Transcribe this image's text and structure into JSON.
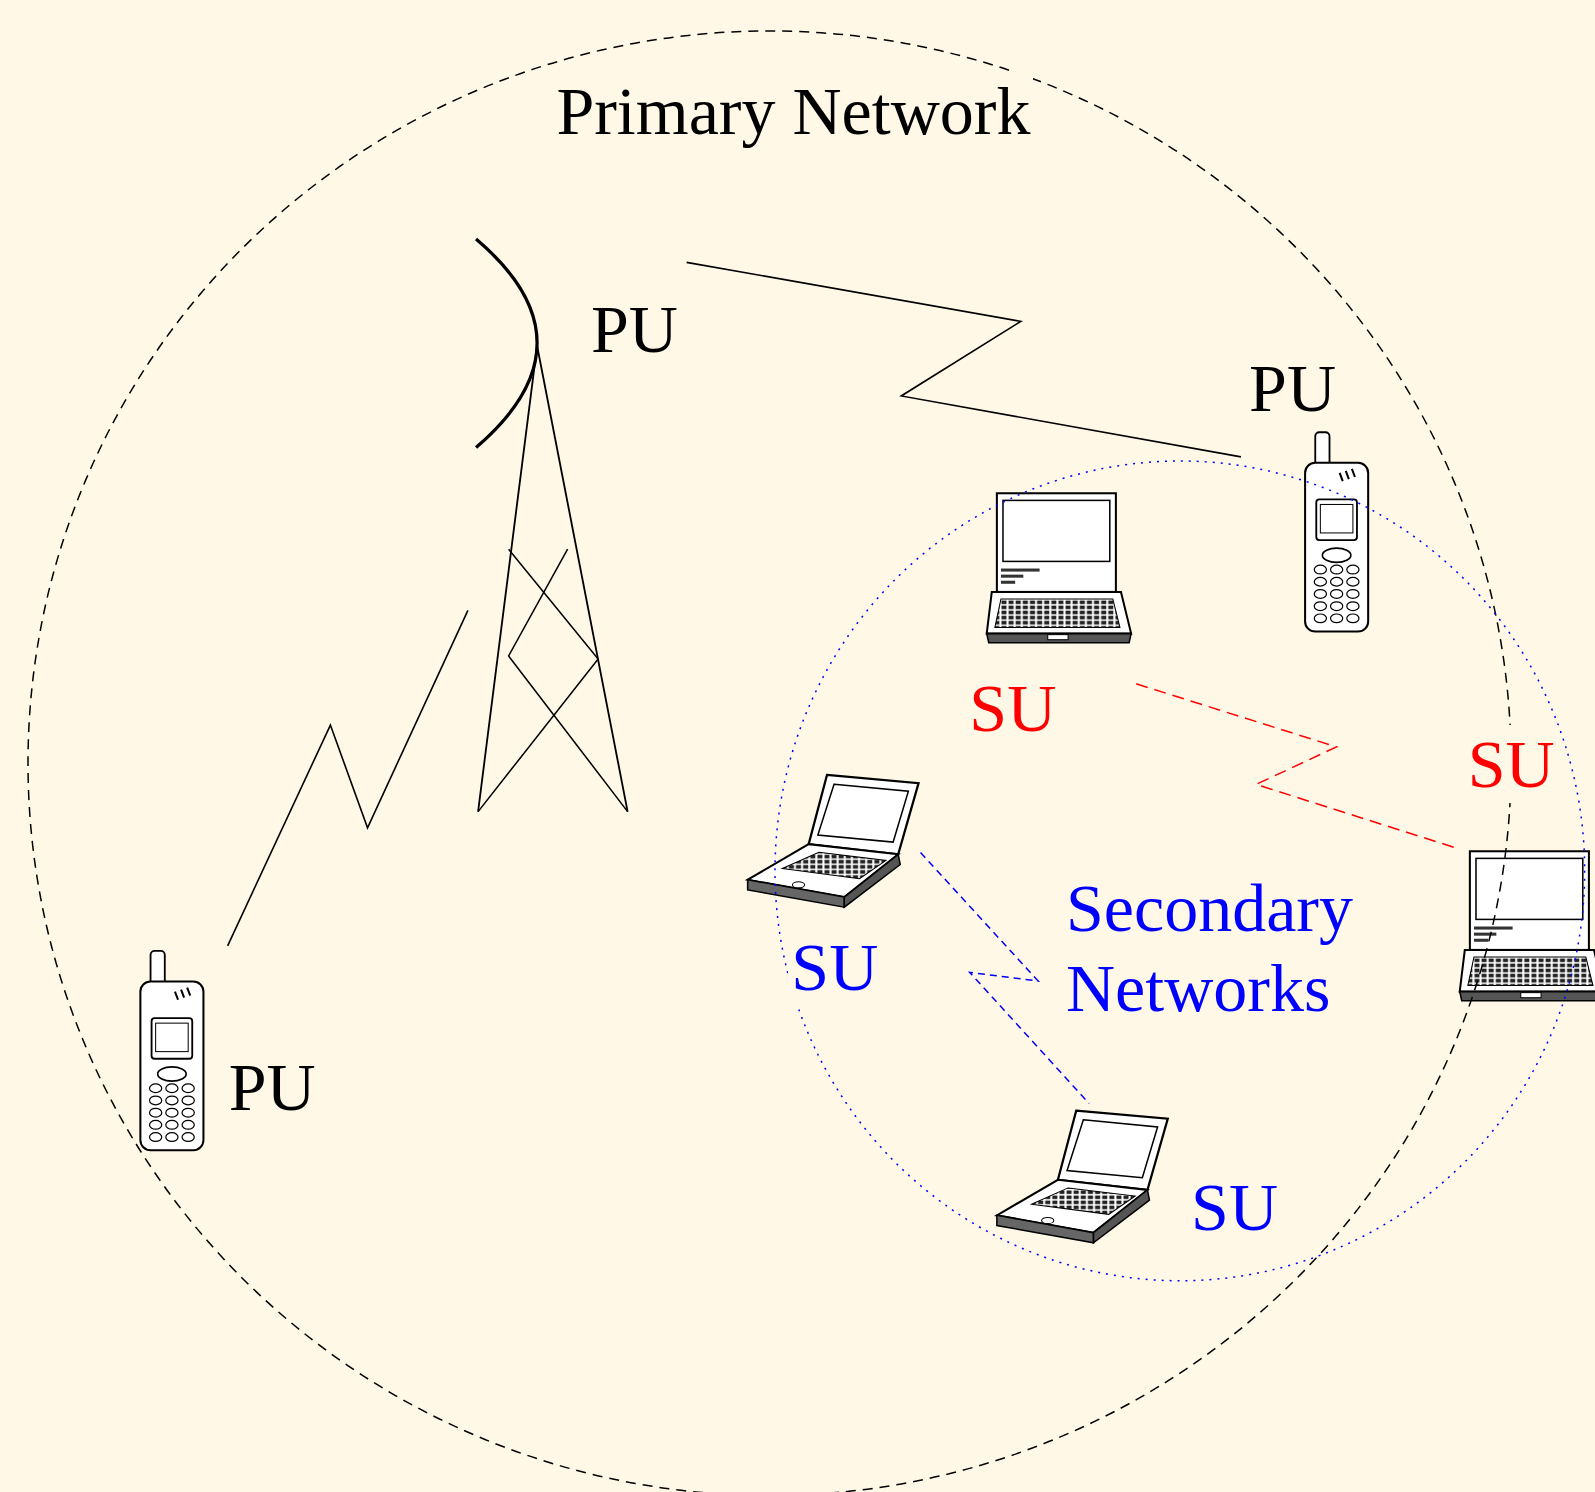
{
  "diagram": {
    "nodes": [
      {
        "text": [
          "Primary Network"
        ]
      },
      {
        "text": [
          "PU"
        ],
        "in": 0
      },
      {
        "text": [
          "PU"
        ],
        "in": 0
      },
      {
        "text": [
          "PU"
        ],
        "in": 0
      },
      {
        "text": [
          "Secondary Networks"
        ],
        "in": 0
      },
      {
        "text": [
          "SU"
        ],
        "in": 4
      },
      {
        "text": [
          "SU"
        ],
        "in": 4
      },
      {
        "text": [
          "SU"
        ],
        "in": 4
      },
      {
        "text": [
          "SU"
        ],
        "in": 4
      }
    ],
    "edges": [
      {
        "from": 1,
        "to": 2,
        "arrow": "none"
      },
      {
        "from": 1,
        "to": 3,
        "arrow": "none"
      },
      {
        "from": 5,
        "to": 6,
        "arrow": "none"
      },
      {
        "from": 7,
        "to": 8,
        "arrow": "none"
      }
    ]
  }
}
